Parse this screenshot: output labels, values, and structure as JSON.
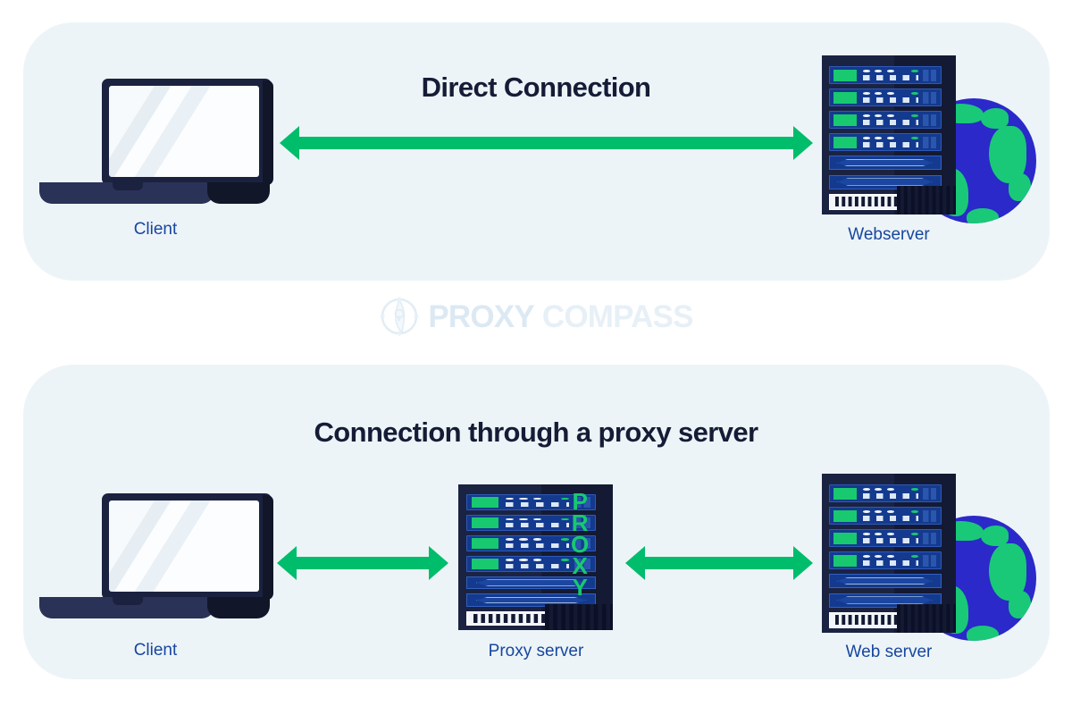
{
  "diagram": {
    "background_color": "#ffffff",
    "panel_color": "#edf4f8",
    "accent_green": "#00bd6b",
    "label_blue": "#17479e",
    "title_navy": "#151c36"
  },
  "watermark": {
    "logo_icon": "compass-keyhole-logo-icon",
    "word_1": "PROXY",
    "word_2": "COMPASS"
  },
  "sections": [
    {
      "id": "direct",
      "title": "Direct Connection",
      "nodes": {
        "client": {
          "label": "Client",
          "icon": "laptop-icon"
        },
        "server": {
          "label": "Webserver",
          "icon": "server-rack-icon",
          "globe_icon": "globe-icon"
        }
      },
      "connection": {
        "icon": "double-arrow-icon",
        "direction": "bidirectional"
      }
    },
    {
      "id": "proxy",
      "title": "Connection through a proxy server",
      "nodes": {
        "client": {
          "label": "Client",
          "icon": "laptop-icon"
        },
        "proxy": {
          "label": "Proxy server",
          "icon": "server-rack-icon",
          "rack_text": "PROXY"
        },
        "server": {
          "label": "Web server",
          "icon": "server-rack-icon",
          "globe_icon": "globe-icon"
        }
      },
      "connections": [
        {
          "icon": "double-arrow-icon",
          "direction": "bidirectional",
          "from": "client",
          "to": "proxy"
        },
        {
          "icon": "double-arrow-icon",
          "direction": "bidirectional",
          "from": "proxy",
          "to": "server"
        }
      ]
    }
  ]
}
